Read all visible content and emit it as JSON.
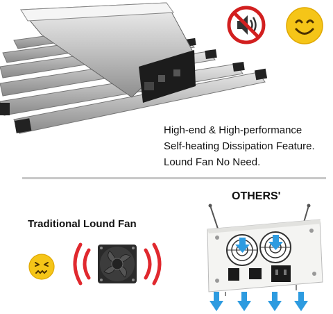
{
  "feature": {
    "lines": [
      "High-end & High-performance",
      "Self-heating Dissipation Feature.",
      "Lound Fan No Need."
    ]
  },
  "others_label": "OTHERS'",
  "traditional_label": "Traditional Lound Fan",
  "icons": {
    "no_sound": "muted-speaker-icon",
    "happy": "smiley-face-icon",
    "sad": "frowning-face-icon",
    "fan": "cooling-fan-icon",
    "sound_waves": "sound-wave-icon",
    "airflow": "down-arrow-icon"
  },
  "colors": {
    "prohibit_red": "#d21f1f",
    "smiley_yellow": "#f5c518",
    "wave_red": "#e0282e",
    "arrow_blue": "#2d9be0",
    "divider": "#c8c8c8"
  }
}
